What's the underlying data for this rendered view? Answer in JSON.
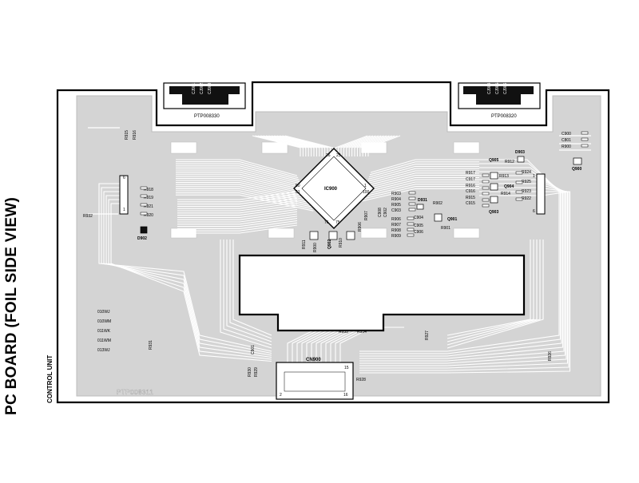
{
  "title": "PC BOARD (FOIL SIDE VIEW)",
  "subtitle": "CONTROL UNIT",
  "board_code": "PTP008311",
  "connector_codes": {
    "left": "PTP008330",
    "right": "PTP008320"
  },
  "connector_pins": {
    "left": [
      "CJ901",
      "CJ902",
      "CJ903"
    ],
    "right": [
      "CJ904",
      "CJ905",
      "CJ906"
    ]
  },
  "ic": {
    "label": "IC900",
    "pin_labels": [
      "26",
      "25",
      "50",
      "51",
      "1",
      "100",
      "76",
      "75"
    ]
  },
  "cn": {
    "label": "CN900",
    "pin_labels": [
      "15",
      "2",
      "16"
    ]
  },
  "left_connector_pins": [
    "6",
    "1"
  ],
  "right_connector_pins": [
    "1",
    "6"
  ],
  "variants": [
    "010WJ",
    "010WM",
    "011WK",
    "011WM",
    "013WJ"
  ],
  "components": {
    "left": [
      "R915",
      "R916",
      "R918",
      "R919",
      "R921",
      "R920",
      "R932",
      "D902",
      "R931",
      "R930",
      "R929",
      "C901"
    ],
    "bottom": [
      "R911",
      "R900",
      "Q902",
      "R910",
      "R906",
      "R907",
      "R933",
      "R934",
      "R927",
      "R928",
      "R926"
    ],
    "center": [
      "R903",
      "R904",
      "R905",
      "C903",
      "D931",
      "R902",
      "C902",
      "C908",
      "C904",
      "R906",
      "R907",
      "R908",
      "R909",
      "C905",
      "C906",
      "Q901",
      "R901"
    ],
    "right": [
      "D903",
      "R912",
      "Q905",
      "R917",
      "C917",
      "R913",
      "R924",
      "R916",
      "R925",
      "C916",
      "Q904",
      "R914",
      "R923",
      "R915",
      "C915",
      "R922",
      "Q903",
      "C900",
      "C801",
      "R900",
      "Q900"
    ]
  }
}
